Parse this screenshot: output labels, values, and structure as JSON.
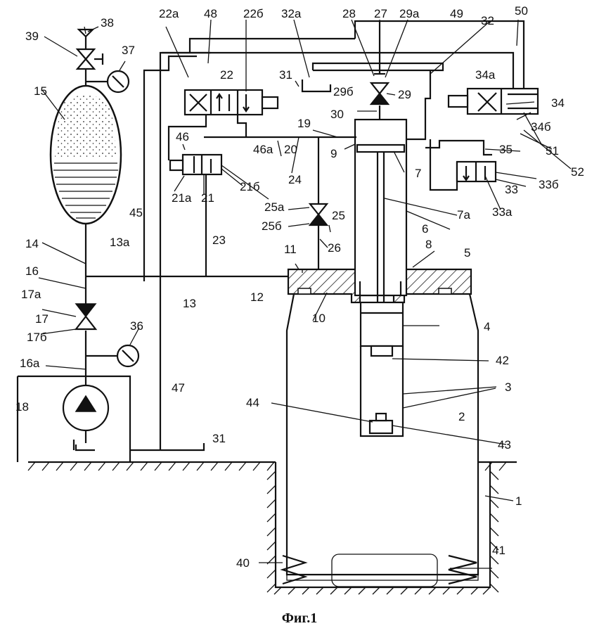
{
  "caption": "Фиг.1",
  "labels": {
    "l1": "1",
    "l2": "2",
    "l3": "3",
    "l4": "4",
    "l5": "5",
    "l6": "6",
    "l7": "7",
    "l7a": "7a",
    "l8": "8",
    "l9": "9",
    "l10": "10",
    "l11": "11",
    "l12": "12",
    "l13": "13",
    "l13a": "13a",
    "l14": "14",
    "l15": "15",
    "l16": "16",
    "l16a": "16a",
    "l17": "17",
    "l17a": "17a",
    "l17b": "17б",
    "l18": "18",
    "l19": "19",
    "l20": "20",
    "l21": "21",
    "l21a": "21a",
    "l21b": "21б",
    "l22": "22",
    "l22a": "22a",
    "l22b": "22б",
    "l23": "23",
    "l24": "24",
    "l25": "25",
    "l25a": "25a",
    "l25b": "25б",
    "l26": "26",
    "l27": "27",
    "l28": "28",
    "l29": "29",
    "l29a": "29a",
    "l29b": "29б",
    "l30": "30",
    "l31a": "31",
    "l31b": "31",
    "l32": "32",
    "l32a": "32a",
    "l33": "33",
    "l33a": "33a",
    "l33b": "33б",
    "l34": "34",
    "l34a": "34a",
    "l34b": "34б",
    "l35": "35",
    "l36": "36",
    "l37": "37",
    "l38": "38",
    "l39": "39",
    "l40": "40",
    "l41": "41",
    "l42": "42",
    "l43": "43",
    "l44": "44",
    "l45": "45",
    "l46": "46",
    "l46a": "46a",
    "l47": "47",
    "l48": "48",
    "l49": "49",
    "l50": "50",
    "l51": "51",
    "l52": "52"
  }
}
